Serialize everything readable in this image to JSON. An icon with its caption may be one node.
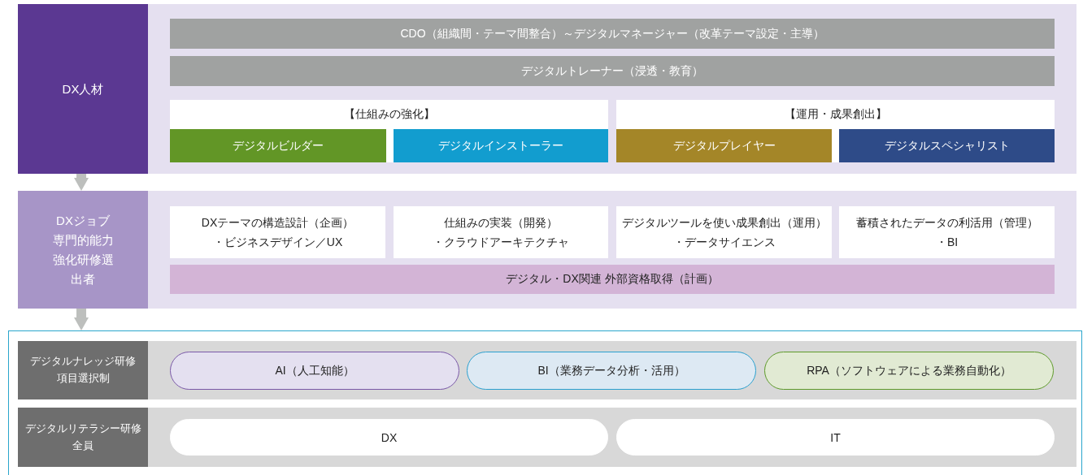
{
  "diagram": {
    "nodes": [
      {
        "text": [
          "DX人材"
        ]
      },
      {
        "text": [],
        "shape": "box"
      },
      {
        "text": [
          "CDO（組織間・テーマ間整合）～デジタルマネージャー（改革テーマ設定・主導）"
        ],
        "in": 1
      },
      {
        "text": [
          "デジタルトレーナー（浸透・教育）"
        ],
        "in": 1
      },
      {
        "text": [
          "【仕組みの強化】"
        ],
        "in": 1
      },
      {
        "text": [
          "デジタルビルダー"
        ],
        "in": 4
      },
      {
        "text": [
          "デジタルインストーラー"
        ],
        "in": 4
      },
      {
        "text": [
          "【運用・成果創出】"
        ],
        "in": 1
      },
      {
        "text": [
          "デジタルプレイヤー"
        ],
        "in": 7
      },
      {
        "text": [
          "デジタルスペシャリスト"
        ],
        "in": 7
      },
      {
        "text": [
          "DXジョブ専門的能力強化研修選出者"
        ]
      },
      {
        "text": [],
        "shape": "box"
      },
      {
        "text": [
          "DXテーマの構造設計（企画）",
          "・ビジネスデザイン／UX"
        ],
        "in": 11
      },
      {
        "text": [
          "仕組みの実装（開発）",
          "・クラウドアーキテクチャ"
        ],
        "in": 11
      },
      {
        "text": [
          "デジタルツールを使い成果創出（運用）",
          "・データサイエンス"
        ],
        "in": 11
      },
      {
        "text": [
          "蓄積されたデータの利活用（管理）",
          "・BI"
        ],
        "in": 11
      },
      {
        "text": [
          "デジタル・DX関連 外部資格取得（計画）"
        ],
        "in": 11
      },
      {
        "text": [],
        "shape": "box"
      },
      {
        "text": [
          "デジタルナレッジ研修項目選択制"
        ],
        "in": 17
      },
      {
        "text": [],
        "shape": "box",
        "in": 17
      },
      {
        "text": [
          "AI（人工知能）"
        ],
        "in": 19
      },
      {
        "text": [
          "BI（業務データ分析・活用）"
        ],
        "in": 19
      },
      {
        "text": [
          "RPA（ソフトウェアによる業務自動化）"
        ],
        "in": 19
      },
      {
        "text": [
          "デジタルリテラシー研修全員"
        ],
        "in": 17
      },
      {
        "text": [],
        "shape": "box",
        "in": 17
      },
      {
        "text": [
          "DX"
        ],
        "in": 24
      },
      {
        "text": [
          "IT"
        ],
        "in": 24
      }
    ],
    "edges": [
      {
        "from": 0,
        "to": 10,
        "arrow": "to"
      },
      {
        "from": 10,
        "to": 17,
        "arrow": "to"
      }
    ]
  }
}
